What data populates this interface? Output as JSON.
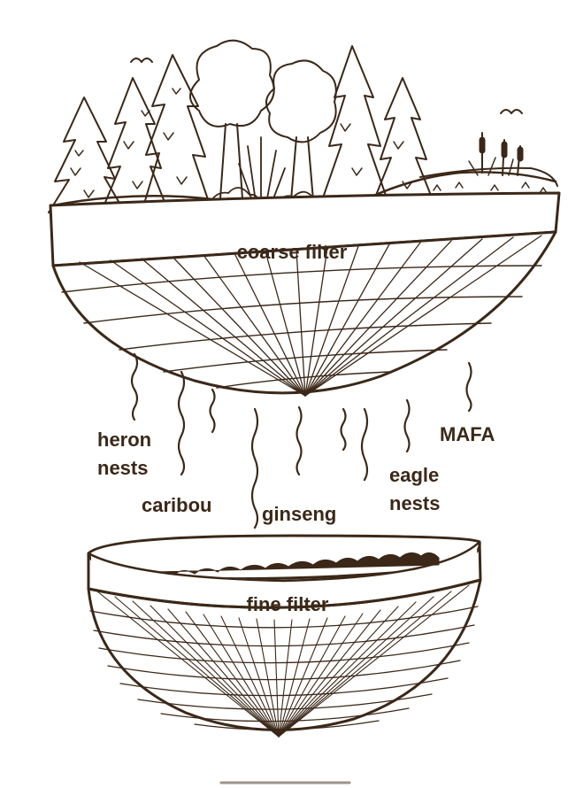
{
  "diagram": {
    "upper_bowl": {
      "label": "coarse filter"
    },
    "lower_bowl": {
      "label": "fine filter"
    },
    "items": [
      {
        "id": "heron",
        "lines": [
          "heron",
          "nests"
        ]
      },
      {
        "id": "caribou",
        "lines": [
          "caribou"
        ]
      },
      {
        "id": "ginseng",
        "lines": [
          "ginseng"
        ]
      },
      {
        "id": "eagle",
        "lines": [
          "eagle",
          "nests"
        ]
      },
      {
        "id": "mafa",
        "lines": [
          "MAFA"
        ]
      }
    ],
    "colors": {
      "ink": "#3b2818",
      "background": "#ffffff"
    }
  }
}
